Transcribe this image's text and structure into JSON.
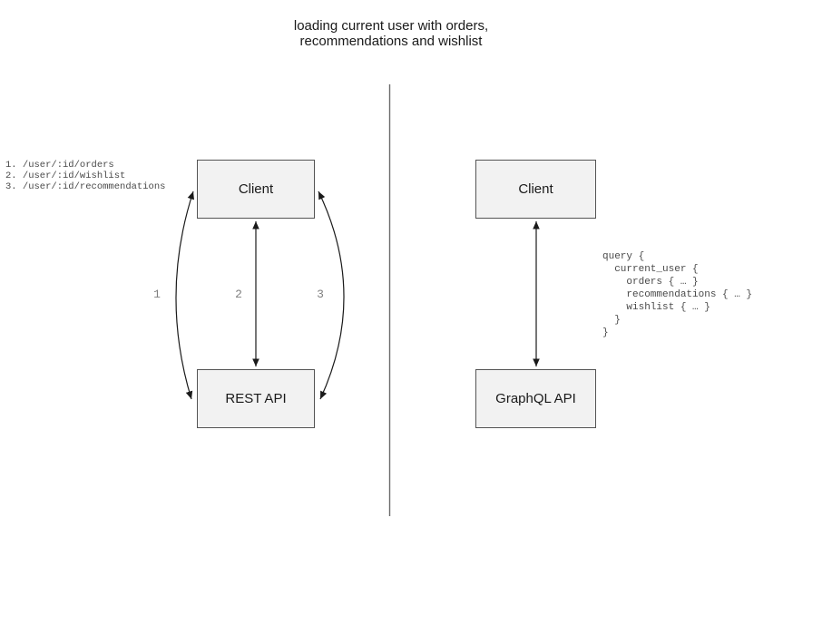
{
  "title": "loading current user with orders,\nrecommendations and wishlist",
  "left_panel": {
    "approach": "REST",
    "endpoints": [
      "1. /user/:id/orders",
      "2. /user/:id/wishlist",
      "3. /user/:id/recommendations"
    ],
    "client_label": "Client",
    "api_label": "REST API",
    "arrow_labels": [
      "1",
      "2",
      "3"
    ]
  },
  "right_panel": {
    "approach": "GraphQL",
    "client_label": "Client",
    "api_label": "GraphQL API",
    "query": "query {\n  current_user {\n    orders { … }\n    recommendations { … }\n    wishlist { … }\n  }\n}"
  },
  "colors": {
    "background": "#ffffff",
    "box_fill": "#f2f2f2",
    "box_border": "#545454",
    "arrow": "#1a1a1a",
    "divider": "#6b6b6b",
    "number_label": "#7f7f7f",
    "code_text": "#4a4a4a",
    "title_text": "#1a1a1a"
  }
}
